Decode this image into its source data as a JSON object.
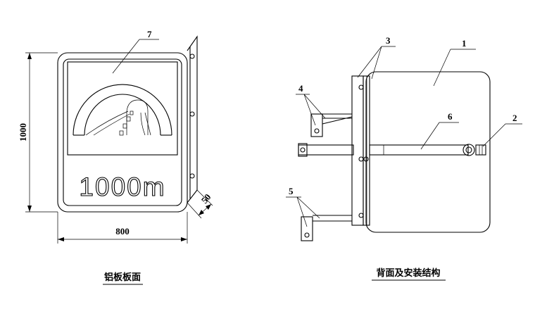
{
  "front_view": {
    "caption": "铝板板面",
    "sign_text": "1000m",
    "dim_height": "1000",
    "dim_width": "800",
    "dim_flange": "50",
    "callout": "7"
  },
  "rear_view": {
    "caption": "背面及安装结构",
    "callouts": [
      "1",
      "2",
      "3",
      "4",
      "5",
      "6"
    ]
  }
}
